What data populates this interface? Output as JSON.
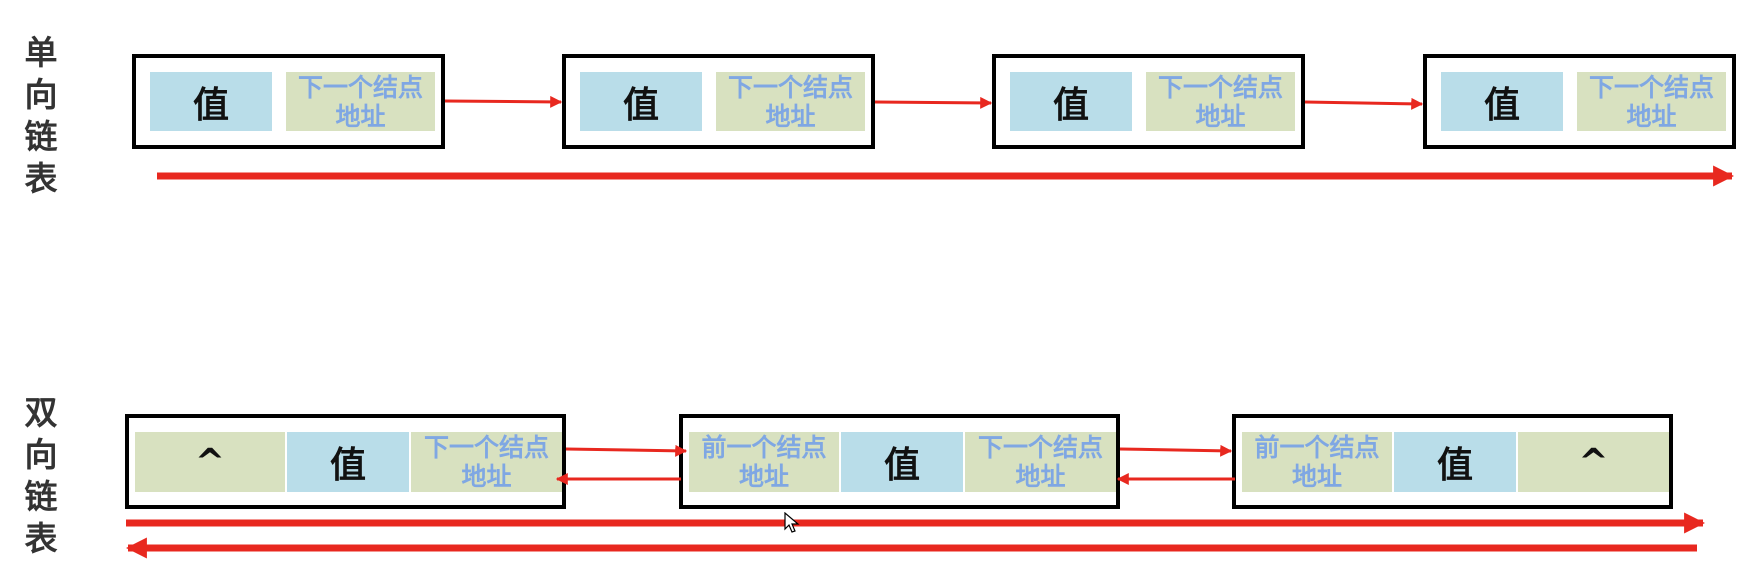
{
  "colors": {
    "arrow": "#e8281f",
    "value_fill": "#b9dde9",
    "address_fill": "#d8e1c0",
    "address_text": "#7fa7e3",
    "border": "#000000",
    "label_text": "#333333"
  },
  "singly_linked": {
    "label": [
      "单",
      "向",
      "链",
      "表"
    ],
    "nodes": [
      {
        "value": "值",
        "next": "下一个结点地址"
      },
      {
        "value": "值",
        "next": "下一个结点地址"
      },
      {
        "value": "值",
        "next": "下一个结点地址"
      },
      {
        "value": "值",
        "next": "下一个结点地址"
      }
    ]
  },
  "doubly_linked": {
    "label": [
      "双",
      "向",
      "链",
      "表"
    ],
    "nodes": [
      {
        "prev": "^",
        "value": "值",
        "next": "下一个结点地址"
      },
      {
        "prev": "前一个结点地址",
        "value": "值",
        "next": "下一个结点地址"
      },
      {
        "prev": "前一个结点地址",
        "value": "值",
        "next": "^"
      }
    ]
  }
}
